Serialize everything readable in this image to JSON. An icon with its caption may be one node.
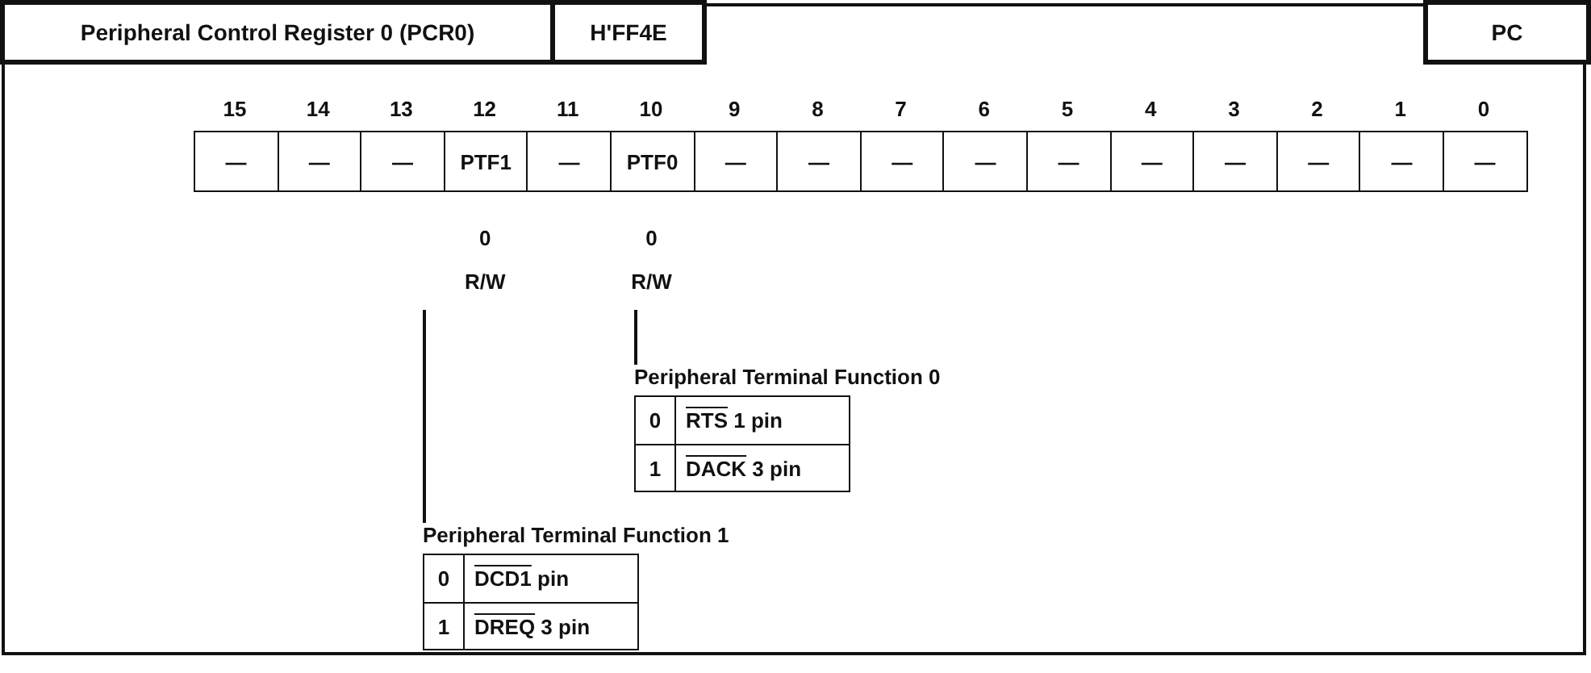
{
  "diagram": {
    "nodes": [
      {
        "text": [
          "R/W"
        ]
      },
      {
        "text": [
          "R/W"
        ]
      },
      {
        "text": [
          "Peripheral Terminal Function 0"
        ]
      },
      {
        "text": [
          "Peripheral Terminal Function 1"
        ]
      }
    ],
    "edges": [
      {
        "from": 1,
        "to": 2,
        "arrow": "none"
      },
      {
        "from": 0,
        "to": 3,
        "arrow": "none"
      }
    ],
    "labels": [
      "Peripheral Control Register 0 (PCR0)",
      "H'FF4E",
      "PC",
      "15",
      "14",
      "13",
      "12",
      "11",
      "10",
      "9",
      "8",
      "7",
      "6",
      "5",
      "4",
      "3",
      "2",
      "1",
      "0",
      "—",
      "—",
      "—",
      "PTF1",
      "—",
      "PTF0",
      "—",
      "—",
      "—",
      "—",
      "—",
      "—",
      "—",
      "—",
      "—",
      "—",
      "0",
      "0",
      "0",
      "RTS 1 pin",
      "1",
      "DACK 3 pin",
      "0",
      "DCD1 pin",
      "1",
      "DREQ 3 pin"
    ]
  }
}
